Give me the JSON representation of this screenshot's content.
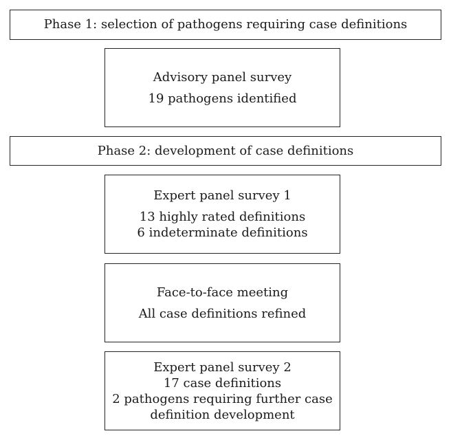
{
  "phase1": {
    "title": "Phase 1: selection of pathogens requiring case definitions"
  },
  "advisory_panel": {
    "heading": "Advisory panel survey",
    "detail": "19 pathogens identified"
  },
  "phase2": {
    "title": "Phase 2: development of case definitions"
  },
  "expert_survey_1": {
    "heading": "Expert panel survey 1",
    "lines": [
      "13 highly rated definitions",
      "6 indeterminate definitions"
    ]
  },
  "face_to_face": {
    "heading": "Face-to-face meeting",
    "detail": "All case definitions refined"
  },
  "expert_survey_2": {
    "heading": "Expert panel survey 2",
    "lines": [
      "17 case definitions",
      "2 pathogens requiring further case",
      "definition development"
    ]
  }
}
